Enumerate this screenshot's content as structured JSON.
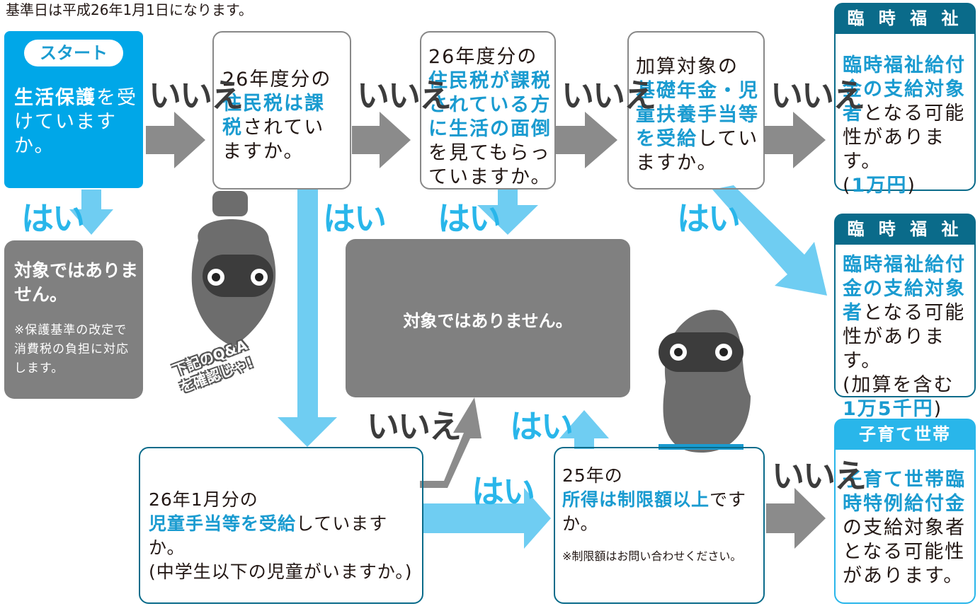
{
  "intro": "基準日は平成26年1月1日になります。",
  "start": {
    "badge": "スタート",
    "q_hl": "生活保護",
    "q_rest": "を受けていますか。"
  },
  "not_eligible_left": {
    "title": "対象ではありません。",
    "note": "※保護基準の改定で消費税の負担に対応します。"
  },
  "q2": {
    "pre": "26年度分の",
    "hl": "住民税は課税",
    "post": "されていますか。"
  },
  "q3": {
    "pre": "26年度分の",
    "hl": "住民税が課税されている方に生活の面倒",
    "post": "を見てもらっていますか。"
  },
  "q4": {
    "pre": "加算対象の",
    "hl": "基礎年金・児童扶養手当等を受給",
    "post": "していますか。"
  },
  "center": {
    "title": "対象ではありません。"
  },
  "q5": {
    "pre": "26年1月分の",
    "hl": "児童手当等を受給",
    "post": "していますか。",
    "sub": "(中学生以下の児童がいますか。)"
  },
  "q6": {
    "pre": "25年の",
    "hl": "所得は制限額以上",
    "post": "ですか。",
    "note": "※制限額はお問い合わせください。"
  },
  "result1": {
    "header": "臨 時 福 祉",
    "hl": "臨時福祉給付金の支給対象者",
    "post": "となる可能性があります。",
    "amount_open": "(",
    "amount": "1万円",
    "amount_close": ")"
  },
  "result2": {
    "header": "臨 時 福 祉",
    "hl": "臨時福祉給付金の支給対象者",
    "post": "となる可能性があります。",
    "amount_pre": "(加算を含む",
    "amount": "1万5千円",
    "amount_close": ")"
  },
  "result3": {
    "header": "子育て世帯",
    "hl": "子育て世帯臨時特例給付金",
    "post": "の支給対象者となる可能性があります。"
  },
  "labels": {
    "no": "いいえ",
    "yes": "はい"
  },
  "ninja_bubble": "下記のQ&Aを確認じゃ!",
  "colors": {
    "accent": "#1a9bd0",
    "start_bg": "#00a7e8",
    "arrow_yes": "#6fcdf2",
    "arrow_no": "#8b8b8b",
    "result_border": "#0a6b8a",
    "gray_box": "#808080"
  }
}
